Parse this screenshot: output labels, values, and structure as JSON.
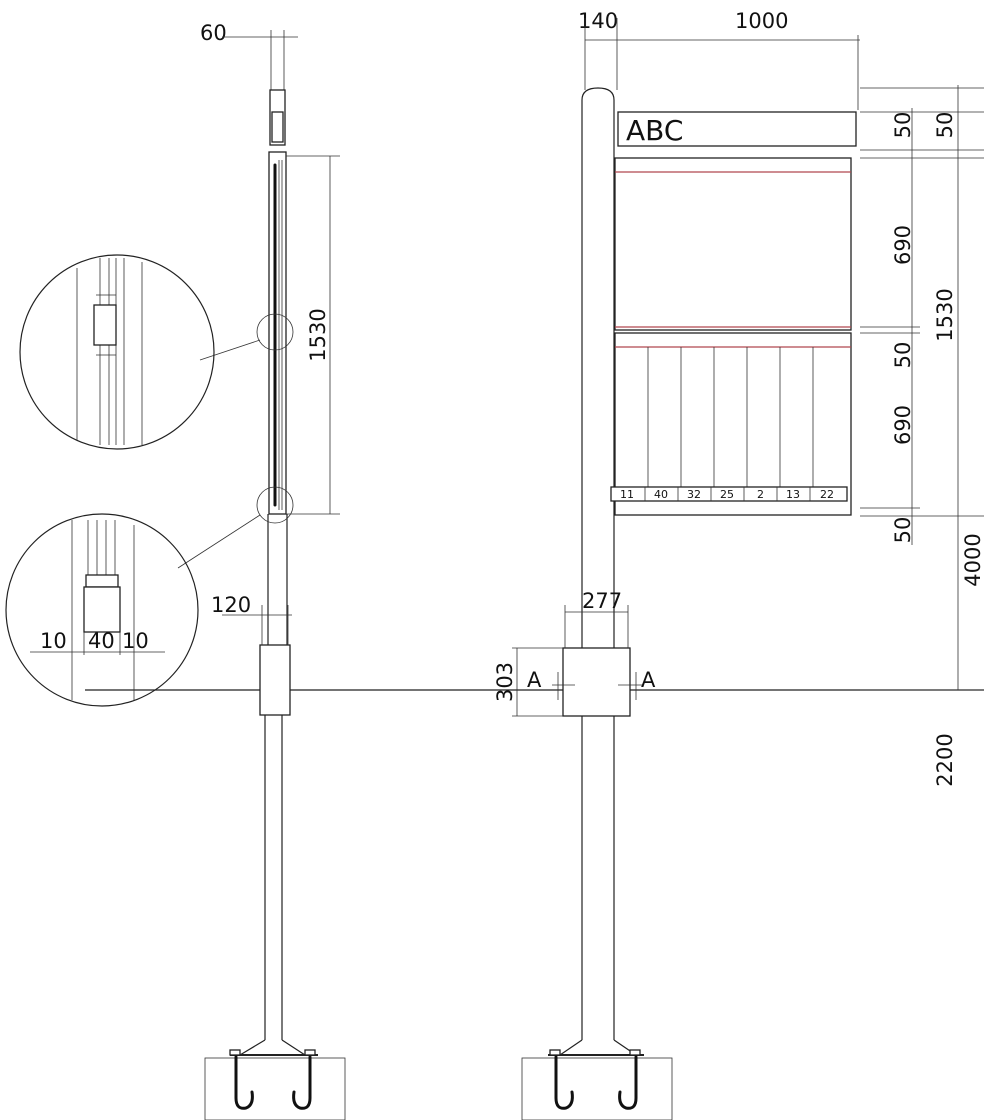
{
  "side_view": {
    "top_width": "60",
    "panel_height": "1530",
    "pole_width": "120",
    "detail": {
      "left": "10",
      "center": "40",
      "right": "10"
    }
  },
  "front_view": {
    "pole_offset": "140",
    "board_width": "1000",
    "name_plate": "ABC",
    "box_width": "277",
    "box_height": "303",
    "section_left": "A",
    "section_right": "A",
    "slots": [
      "11",
      "40",
      "32",
      "25",
      "2",
      "13",
      "22"
    ],
    "dims_right": [
      "50",
      "690",
      "50",
      "690",
      "50"
    ],
    "dim_50_top": "50",
    "dim_1530": "1530",
    "dim_4000": "4000",
    "dim_2200": "2200"
  }
}
